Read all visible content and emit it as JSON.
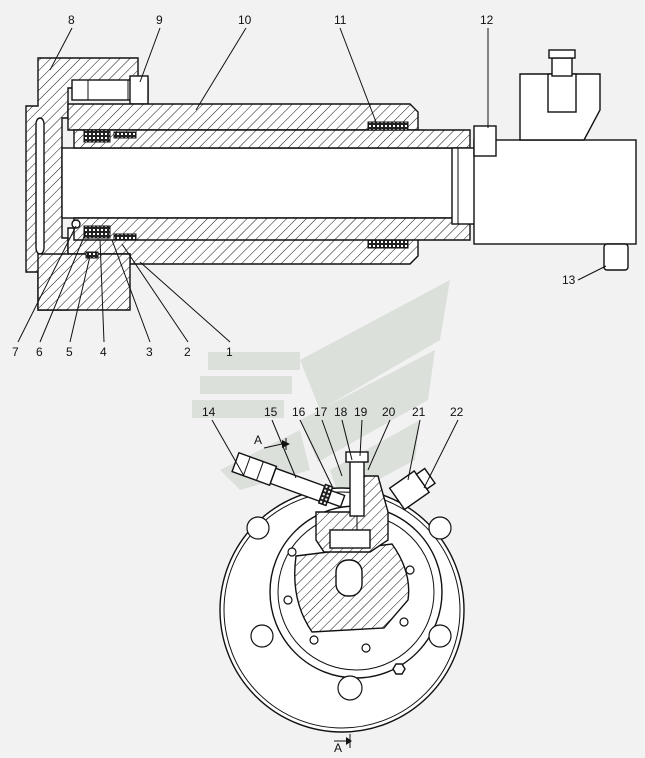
{
  "figure": {
    "colors": {
      "background": "#f2f2f2",
      "line": "#111111",
      "watermark": "#c9d3c9"
    },
    "callouts": {
      "c1": "1",
      "c2": "2",
      "c3": "3",
      "c4": "4",
      "c5": "5",
      "c6": "6",
      "c7": "7",
      "c8": "8",
      "c9": "9",
      "c10": "10",
      "c11": "11",
      "c12": "12",
      "c13": "13",
      "c14": "14",
      "c15": "15",
      "c16": "16",
      "c17": "17",
      "c18": "18",
      "c19": "19",
      "c20": "20",
      "c21": "21",
      "c22": "22"
    },
    "section_marks": {
      "top_view_mark": "A",
      "bottom_view_mark": "A"
    }
  }
}
